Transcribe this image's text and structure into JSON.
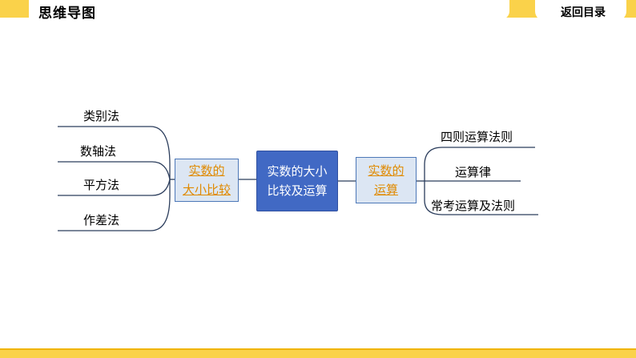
{
  "header": {
    "title": "思维导图",
    "back_label": "返回目录"
  },
  "mindmap": {
    "center": {
      "line1": "实数的大小",
      "line2": "比较及运算"
    },
    "left_node": {
      "line1": "实数的",
      "line2": "大小比较"
    },
    "right_node": {
      "line1": "实数的",
      "line2": "运算"
    },
    "left_leaves": [
      "类别法",
      "数轴法",
      "平方法",
      "作差法"
    ],
    "right_leaves": [
      "四则运算法则",
      "运算律",
      "常考运算及法则"
    ]
  },
  "colors": {
    "accent_bar": "#fad24a",
    "center_fill": "#4169c4",
    "node_fill": "#dce6f3",
    "node_text": "#e08a00",
    "line": "#2b3d5c"
  }
}
